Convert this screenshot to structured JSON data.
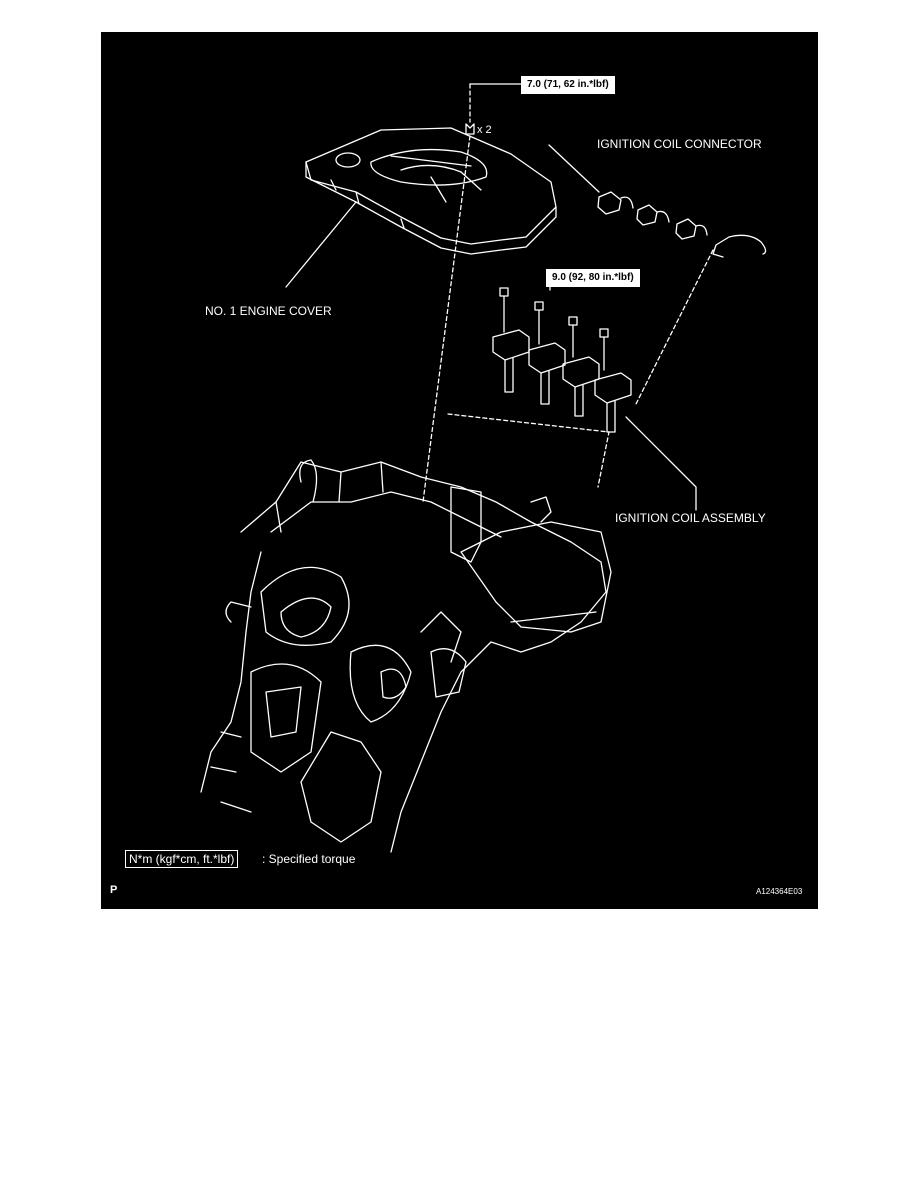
{
  "torque_cover": "7.0 (71, 62 in.*lbf)",
  "qty": "x 2",
  "torque_coil": "9.0 (92, 80 in.*lbf)",
  "labels": {
    "connector": "IGNITION COIL CONNECTOR",
    "cover": "NO. 1 ENGINE COVER",
    "coil": "IGNITION COIL ASSEMBLY"
  },
  "legend": {
    "unit": "N*m (kgf*cm, ft.*lbf)",
    "text": ": Specified torque"
  },
  "corner_code": "P",
  "figure_id": "A124364E03",
  "colors": {
    "background": "#000000",
    "ink": "#ffffff"
  }
}
